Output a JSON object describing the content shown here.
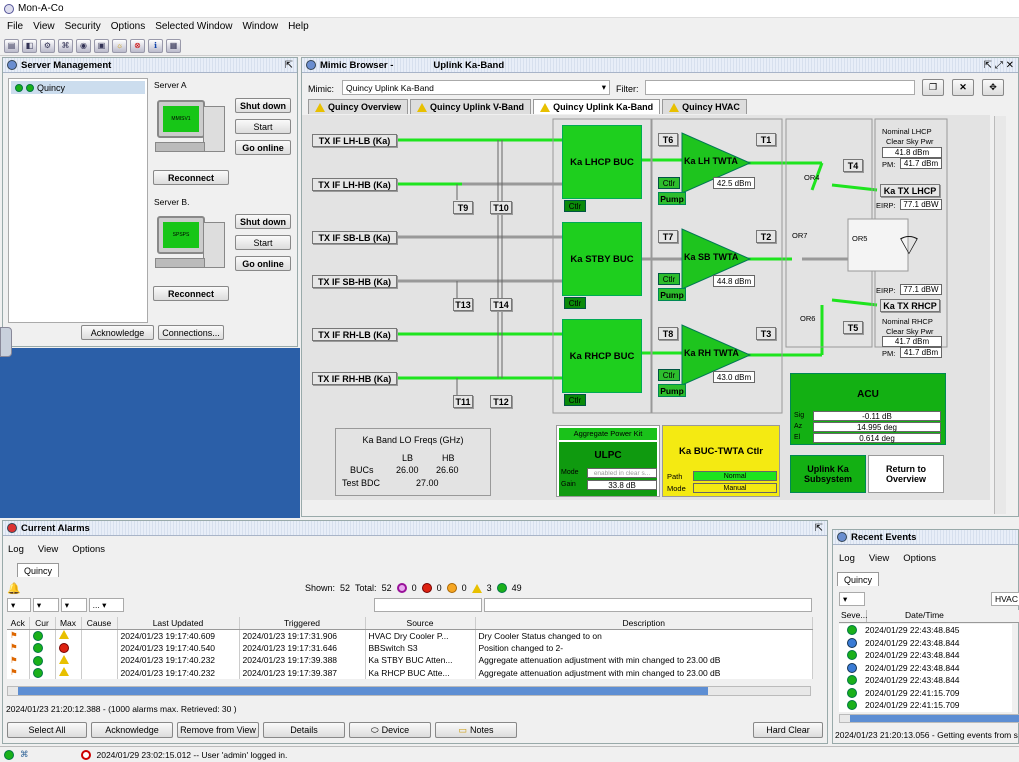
{
  "app": {
    "title": "Mon-A-Co"
  },
  "menu": [
    "File",
    "View",
    "Security",
    "Options",
    "Selected Window",
    "Window",
    "Help"
  ],
  "server_mgmt": {
    "title": "Server Management",
    "tree_item": "Quincy",
    "server_a": {
      "name": "Server A",
      "screen": "MMISV1"
    },
    "server_b": {
      "name": "Server B.",
      "screen": "SPSPS"
    },
    "shutdown": "Shut down",
    "start": "Start",
    "go_online": "Go online",
    "reconnect": "Reconnect",
    "acknowledge": "Acknowledge",
    "connections": "Connections..."
  },
  "mimic": {
    "title": "Mimic Browser -",
    "subtitle": "Uplink Ka-Band",
    "mimic_label": "Mimic:",
    "mimic_value": "Quincy Uplink Ka-Band",
    "filter_label": "Filter:",
    "tabs": [
      "Quincy Overview",
      "Quincy Uplink V-Band",
      "Quincy Uplink Ka-Band",
      "Quincy HVAC"
    ]
  },
  "diagram": {
    "inputs": [
      "TX IF LH-LB (Ka)",
      "TX IF LH-HB (Ka)",
      "TX IF SB-LB (Ka)",
      "TX IF SB-HB (Ka)",
      "TX IF RH-LB (Ka)",
      "TX IF RH-HB (Ka)"
    ],
    "switches_in": [
      "T9",
      "T10",
      "T13",
      "T14",
      "T11",
      "T12"
    ],
    "bucs": [
      "Ka LHCP BUC",
      "Ka STBY BUC",
      "Ka RHCP BUC"
    ],
    "ctlr": "Ctlr",
    "pump": "Pump",
    "twta": [
      {
        "name": "Ka LH TWTA",
        "power": "42.5 dBm",
        "tin": "T6",
        "tout": "T1"
      },
      {
        "name": "Ka SB TWTA",
        "power": "44.8 dBm",
        "tin": "T7",
        "tout": "T2"
      },
      {
        "name": "Ka RH TWTA",
        "power": "43.0 dBm",
        "tin": "T8",
        "tout": "T3"
      }
    ],
    "out_switches": [
      "T4",
      "T5"
    ],
    "or_labels": [
      "OR4",
      "OR7",
      "OR5",
      "OR6"
    ],
    "lhcp": {
      "head": "Nominal LHCP",
      "csp": "Clear Sky Pwr",
      "csp_val": "41.8 dBm",
      "pm_label": "PM:",
      "pm_val": "41.7 dBm",
      "tx": "Ka TX LHCP",
      "eirp_label": "EIRP:",
      "eirp_val": "77.1 dBW"
    },
    "rhcp": {
      "eirp_label": "EIRP:",
      "eirp_val": "77.1 dBW",
      "tx": "Ka TX RHCP",
      "head": "Nominal RHCP",
      "csp": "Clear Sky Pwr",
      "csp_val": "41.7 dBm",
      "pm_label": "PM:",
      "pm_val": "41.7 dBm"
    },
    "lo": {
      "title": "Ka Band LO Freqs (GHz)",
      "col_lb": "LB",
      "col_hb": "HB",
      "row1": "BUCs",
      "row1_lb": "26.00",
      "row1_hb": "26.60",
      "row2": "Test BDC",
      "row2_val": "27.00"
    },
    "agg": {
      "title": "Aggregate Power Kit",
      "ulpc": "ULPC",
      "mode_label": "Mode",
      "mode_val": "enabled in clear s...",
      "gain_label": "Gain",
      "gain_val": "33.8 dB"
    },
    "buc_twta": {
      "title": "Ka BUC-TWTA Ctlr",
      "path_label": "Path",
      "path_val": "Normal",
      "mode_label": "Mode",
      "mode_val": "Manual"
    },
    "acu": {
      "title": "ACU",
      "sig_label": "Sig",
      "sig_val": "-0.11 dB",
      "az_label": "Az",
      "az_val": "14.995 deg",
      "el_label": "El",
      "el_val": "0.614 deg"
    },
    "uplink_btn": "Uplink Ka Subsystem",
    "overview_btn": "Return to Overview"
  },
  "alarms": {
    "title": "Current Alarms",
    "menu": [
      "Log",
      "View",
      "Options"
    ],
    "tab": "Quincy",
    "shown_label": "Shown:",
    "shown": "52",
    "total_label": "Total:",
    "total": "52",
    "counts": {
      "purple": "0",
      "red": "0",
      "orange": "0",
      "yellow": "3",
      "green": "49"
    },
    "columns": [
      "Ack",
      "Cur",
      "Max",
      "Cause",
      "Last Updated",
      "Triggered",
      "Source",
      "Description"
    ],
    "rows": [
      {
        "last": "2024/01/23 19:17:40.609",
        "trig": "2024/01/23 19:17:31.906",
        "src": "HVAC Dry Cooler P...",
        "desc": "Dry Cooler Status changed to on",
        "max": "warn"
      },
      {
        "last": "2024/01/23 19:17:40.540",
        "trig": "2024/01/23 19:17:31.646",
        "src": "BBSwitch S3",
        "desc": "Position changed to 2-",
        "max": "err"
      },
      {
        "last": "2024/01/23 19:17:40.232",
        "trig": "2024/01/23 19:17:39.388",
        "src": "Ka STBY BUC Atten...",
        "desc": "Aggregate attenuation adjustment with min changed to 23.00 dB",
        "max": "warn"
      },
      {
        "last": "2024/01/23 19:17:40.232",
        "trig": "2024/01/23 19:17:39.387",
        "src": "Ka RHCP BUC Atte...",
        "desc": "Aggregate attenuation adjustment with min changed to 23.00 dB",
        "max": "warn"
      }
    ],
    "status": "2024/01/23 21:20:12.388 - (1000 alarms max. Retrieved: 30 )",
    "buttons": [
      "Select All",
      "Acknowledge",
      "Remove from View",
      "Details",
      "Device",
      "Notes",
      "Hard Clear"
    ]
  },
  "events": {
    "title": "Recent Events",
    "menu": [
      "Log",
      "View",
      "Options"
    ],
    "tab": "Quincy",
    "filter": "HVAC",
    "col_sev": "Seve...",
    "col_dt": "Date/Time",
    "rows": [
      {
        "t": "2024/01/29 22:43:48.845",
        "sev": "ok"
      },
      {
        "t": "2024/01/29 22:43:48.844",
        "sev": "info"
      },
      {
        "t": "2024/01/29 22:43:48.844",
        "sev": "ok"
      },
      {
        "t": "2024/01/29 22:43:48.844",
        "sev": "info"
      },
      {
        "t": "2024/01/29 22:43:48.844",
        "sev": "ok"
      },
      {
        "t": "2024/01/29 22:41:15.709",
        "sev": "ok"
      },
      {
        "t": "2024/01/29 22:41:15.709",
        "sev": "ok"
      }
    ],
    "status": "2024/01/23 21:20:13.056 - Getting events from s"
  },
  "statusbar": {
    "text": "2024/01/29 23:02:15.012 -- User 'admin' logged in."
  }
}
